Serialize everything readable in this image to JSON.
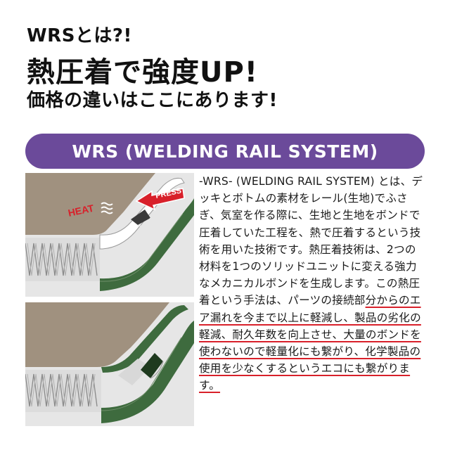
{
  "header": {
    "line1": "WRSとは?!",
    "line2": "熱圧着で強度UP!",
    "line3": "価格の違いはここにあります!"
  },
  "banner": {
    "title": "WRS (WELDING RAIL SYSTEM)",
    "color": "#6b4a9a"
  },
  "illustration": {
    "heat_label": "HEAT",
    "press_label": "PRESS",
    "accent_color": "#d8202a",
    "rail_color": "#3e6b3e"
  },
  "description": {
    "intro": "-WRS- (WELDING RAIL SYSTEM) とは、デッキとボトムの素材をレール(生地)でふさぎ、気室を作る際に、生地と生地をボンドで圧着していた工程を、熱で圧着するという技術を用いた技術です。熱圧着技術は、2つの材料を1つのソリッドユニットに変える強力なメカニカルボンドを生成します。この熱圧着という手法は、パーツの接続部",
    "highlight": "分からのエア漏れを今まで以上に軽減し、製品の劣化の軽減、耐久年数を向上させ、大量のボンドを使わないので軽量化にも繋がり、化学製品の使用を少なくするというエコにも繋がります。",
    "underline_color": "#d8202a"
  }
}
